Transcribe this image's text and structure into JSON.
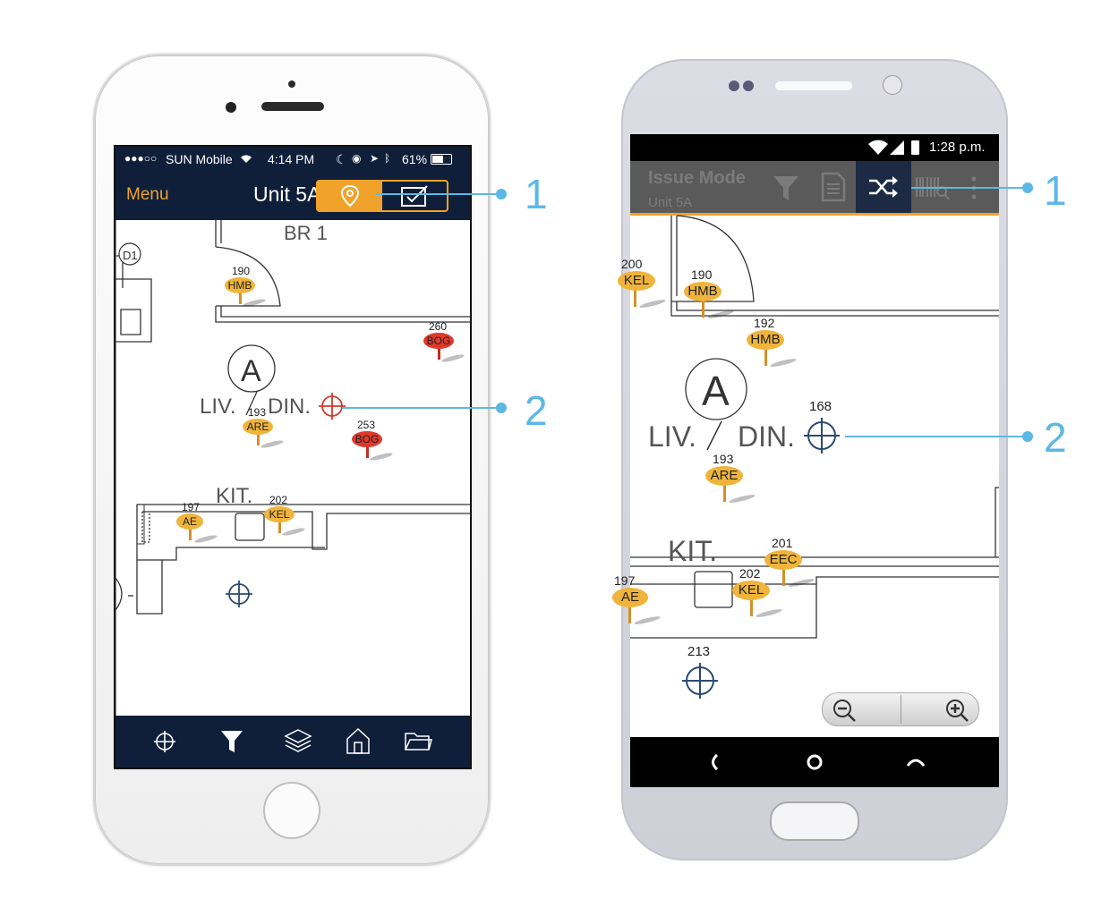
{
  "iphone": {
    "status_bar": {
      "signal": "●●●○○",
      "carrier": "SUN Mobile",
      "time": "4:14 PM",
      "battery": "61%"
    },
    "nav": {
      "menu_label": "Menu",
      "title": "Unit 5A",
      "mode_pin_icon": "map-pin-icon",
      "mode_check_icon": "checkbox-icon"
    },
    "plan_labels": {
      "br1": "BR 1",
      "d1": "D1",
      "room_letter": "A",
      "liv": "LIV.",
      "din": "DIN.",
      "kit": "KIT."
    },
    "pins": [
      {
        "num": "190",
        "code": "HMB",
        "color": "#f0b43a"
      },
      {
        "num": "260",
        "code": "BOG",
        "color": "#e0392b"
      },
      {
        "num": "193",
        "code": "ARE",
        "color": "#f0b43a"
      },
      {
        "num": "253",
        "code": "BOG",
        "color": "#e0392b"
      },
      {
        "num": "197",
        "code": "AE",
        "color": "#f0b43a"
      },
      {
        "num": "202",
        "code": "KEL",
        "color": "#f0b43a"
      }
    ],
    "toolbar_icons": [
      "crosshair-icon",
      "filter-icon",
      "layers-icon",
      "home-icon",
      "folder-icon"
    ]
  },
  "samsung": {
    "status_bar": {
      "time": "1:28 p.m."
    },
    "app_bar": {
      "title": "Issue Mode",
      "subtitle": "Unit 5A",
      "icons": [
        "filter-icon",
        "document-icon",
        "shuffle-icon",
        "barcode-icon",
        "overflow-menu-icon"
      ]
    },
    "plan_labels": {
      "room_letter": "A",
      "liv": "LIV.",
      "din": "DIN.",
      "kit": "KIT."
    },
    "pins": [
      {
        "num": "200",
        "code": "KEL",
        "color": "#f0b43a"
      },
      {
        "num": "190",
        "code": "HMB",
        "color": "#f0b43a"
      },
      {
        "num": "192",
        "code": "HMB",
        "color": "#f0b43a"
      },
      {
        "num": "193",
        "code": "ARE",
        "color": "#f0b43a"
      },
      {
        "num": "201",
        "code": "EEC",
        "color": "#f0b43a"
      },
      {
        "num": "202",
        "code": "KEL",
        "color": "#f0b43a"
      },
      {
        "num": "197",
        "code": "AE",
        "color": "#f0b43a"
      }
    ],
    "target_labels": {
      "t168": "168",
      "t213": "213"
    },
    "zoom": {
      "out_icon": "zoom-out-icon",
      "in_icon": "zoom-in-icon"
    },
    "nav_icons": [
      "back-icon",
      "home-circle-icon",
      "recents-icon"
    ]
  },
  "callouts": {
    "left_1": "1",
    "left_2": "2",
    "right_1": "1",
    "right_2": "2"
  },
  "colors": {
    "navy": "#0f1f3a",
    "orange": "#f0a22b",
    "callout": "#5bb8e5"
  }
}
